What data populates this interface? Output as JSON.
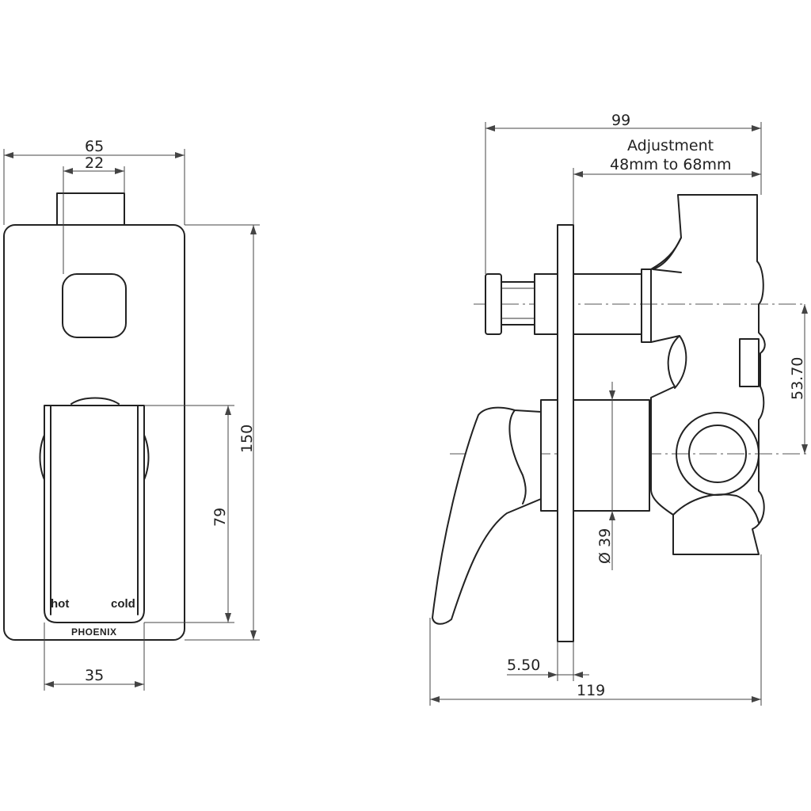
{
  "front_view": {
    "dim_width_total": "65",
    "dim_width_button": "22",
    "dim_height_total": "150",
    "dim_height_lever": "79",
    "dim_width_lever": "35",
    "label_hot": "hot",
    "label_cold": "cold",
    "brand": "PHOENIX"
  },
  "side_view": {
    "dim_depth_diverter": "99",
    "adjustment_title": "Adjustment",
    "adjustment_range": "48mm to 68mm",
    "dim_center_spacing": "53.70",
    "dim_diameter": "Ø 39",
    "dim_plate": "5.50",
    "dim_depth_total": "119"
  }
}
